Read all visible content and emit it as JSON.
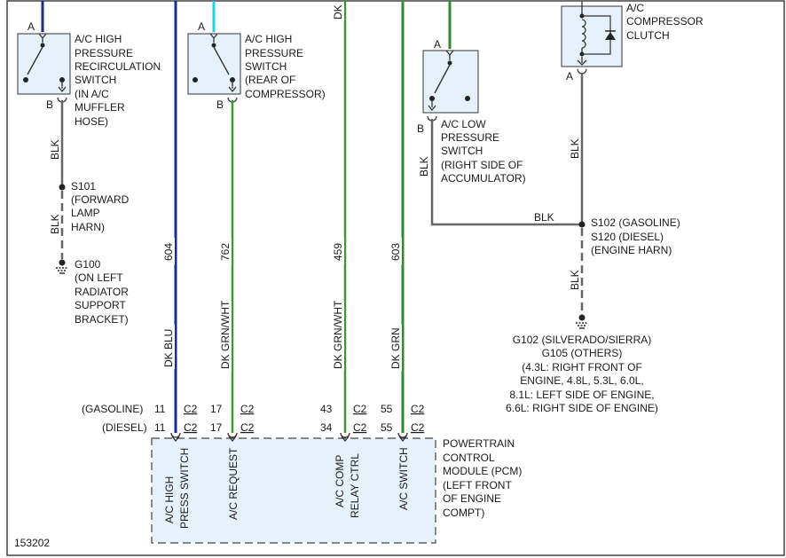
{
  "diagram_id": "153202",
  "sw_recirc": {
    "label_lines": [
      "A/C HIGH",
      "PRESSURE",
      "RECIRCULATION",
      "SWITCH",
      "(IN A/C",
      "MUFFLER",
      "HOSE)"
    ],
    "pin_a": "A",
    "pin_b": "B",
    "wire_color": "BLK"
  },
  "s101": {
    "label_lines": [
      "S101",
      "(FORWARD",
      "LAMP",
      "HARN)"
    ],
    "wire_color": "BLK"
  },
  "g100": {
    "label_lines": [
      "G100",
      "(ON LEFT",
      "RADIATOR",
      "SUPPORT",
      "BRACKET)"
    ]
  },
  "sw_rear": {
    "label_lines": [
      "A/C HIGH",
      "PRESSURE",
      "SWITCH",
      "(REAR OF",
      "COMPRESSOR)"
    ],
    "pin_a": "A",
    "pin_b": "B"
  },
  "sw_low": {
    "label_lines": [
      "A/C LOW",
      "PRESSURE",
      "SWITCH",
      "(RIGHT SIDE OF",
      "ACCUMULATOR)"
    ],
    "pin_a": "A",
    "pin_b": "B",
    "wire_color": "BLK",
    "wire_color_h": "BLK"
  },
  "clutch": {
    "label_lines": [
      "A/C",
      "COMPRESSOR",
      "CLUTCH"
    ],
    "pin_a": "A",
    "wire_color": "BLK"
  },
  "s102": {
    "label_lines": [
      "S102 (GASOLINE)",
      "S120 (DIESEL)",
      "(ENGINE HARN)"
    ],
    "wire_color": "BLK"
  },
  "g102": {
    "label_lines": [
      "G102 (SILVERADO/SIERRA)",
      "G105 (OTHERS)",
      "(4.3L: RIGHT FRONT OF",
      "ENGINE, 4.8L, 5.3L, 6.0L,",
      "8.1L: LEFT SIDE OF ENGINE,",
      "6.6L: RIGHT SIDE OF ENGINE)"
    ]
  },
  "wires": {
    "w604": {
      "circuit": "604",
      "color": "DK BLU",
      "hex": "#1b2f8f"
    },
    "w762": {
      "circuit": "762",
      "color": "DK GRN/WHT",
      "hex": "#3a9a2f"
    },
    "w459": {
      "circuit": "459",
      "color": "DK GRN/WHT",
      "top_label": "DK",
      "hex": "#3a9a2f"
    },
    "w603": {
      "circuit": "603",
      "color": "DK GRN",
      "hex": "#2e8b2e"
    }
  },
  "connectors": {
    "gasoline_label": "(GASOLINE)",
    "diesel_label": "(DIESEL)",
    "gasoline_pins": [
      "11",
      "17",
      "43",
      "55"
    ],
    "diesel_pins": [
      "11",
      "17",
      "34",
      "55"
    ],
    "conn": "C2"
  },
  "pcm": {
    "label_lines": [
      "POWERTRAIN",
      "CONTROL",
      "MODULE (PCM)",
      "(LEFT FRONT",
      "OF ENGINE",
      "COMPT)"
    ],
    "pins": [
      {
        "line1": "A/C HIGH",
        "line2": "PRESS SWITCH"
      },
      {
        "line1": "A/C REQUEST",
        "line2": ""
      },
      {
        "line1": "A/C COMP",
        "line2": "RELAY CTRL"
      },
      {
        "line1": "A/C SWITCH",
        "line2": ""
      }
    ]
  },
  "colors": {
    "dk_blu": "#1b2f8f",
    "cyan": "#22d3e6",
    "dk_grn": "#2e8b2e",
    "blk": "#666666",
    "pcm_fill": "#e6f2fb"
  }
}
